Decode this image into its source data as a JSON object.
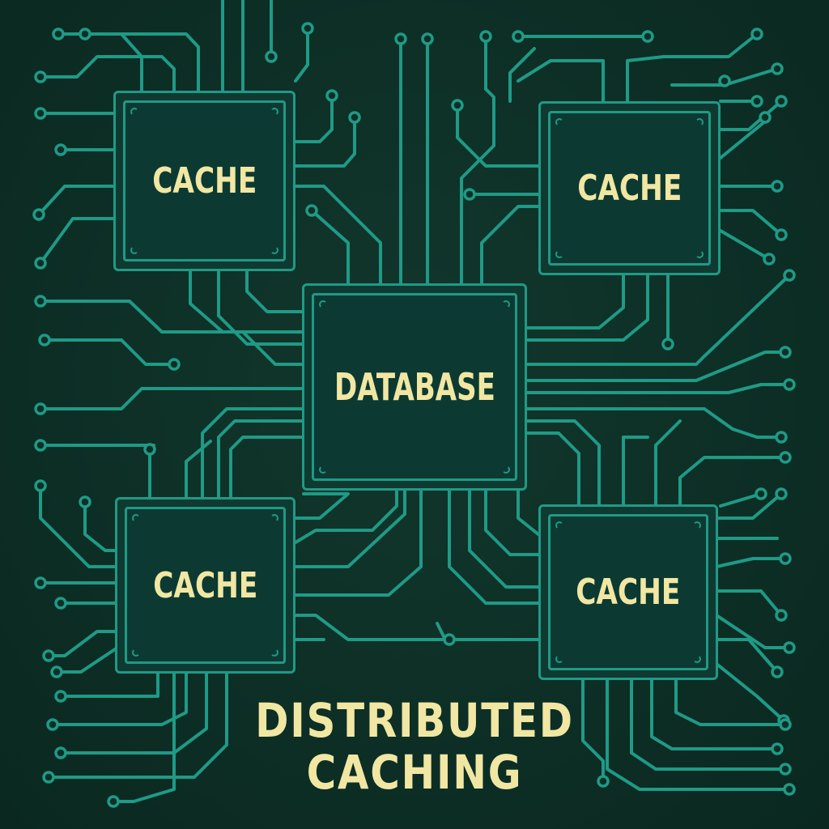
{
  "colors": {
    "background": "#0d2f26",
    "trace": "#1f9a86",
    "label": "#f1e7a3"
  },
  "chips": {
    "cache_top_left": "CACHE",
    "cache_top_right": "CACHE",
    "database": "DATABASE",
    "cache_bottom_left": "CACHE",
    "cache_bottom_right": "CACHE"
  },
  "caption": {
    "line1": "DISTRIBUTED",
    "line2": "CACHING"
  }
}
